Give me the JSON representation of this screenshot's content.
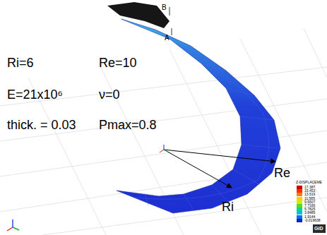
{
  "diagram": {
    "labels": [
      "B",
      "A",
      "Ri=6",
      "Re=10",
      "E=21x10⁶",
      "ν=0",
      "thick. = 0.03",
      "Pmax=0.8",
      "Re",
      "Ri",
      "Z-DISPLACEME",
      "GiD"
    ],
    "legend": [
      {
        "text": "17.387",
        "color": "#d00000"
      },
      {
        "text": "15.453",
        "color": "#ff3000"
      },
      {
        "text": "13.519",
        "color": "#ff8000"
      },
      {
        "text": "11.585",
        "color": "#ffd000"
      },
      {
        "text": "9.6507",
        "color": "#c8f000"
      },
      {
        "text": "7.7166",
        "color": "#50e020"
      },
      {
        "text": "5.7825",
        "color": "#00d890"
      },
      {
        "text": "3.8485",
        "color": "#00c0e0"
      },
      {
        "text": "1.9144",
        "color": "#0070f0"
      },
      {
        "text": "-0.019638",
        "color": "#1020c8"
      }
    ]
  }
}
